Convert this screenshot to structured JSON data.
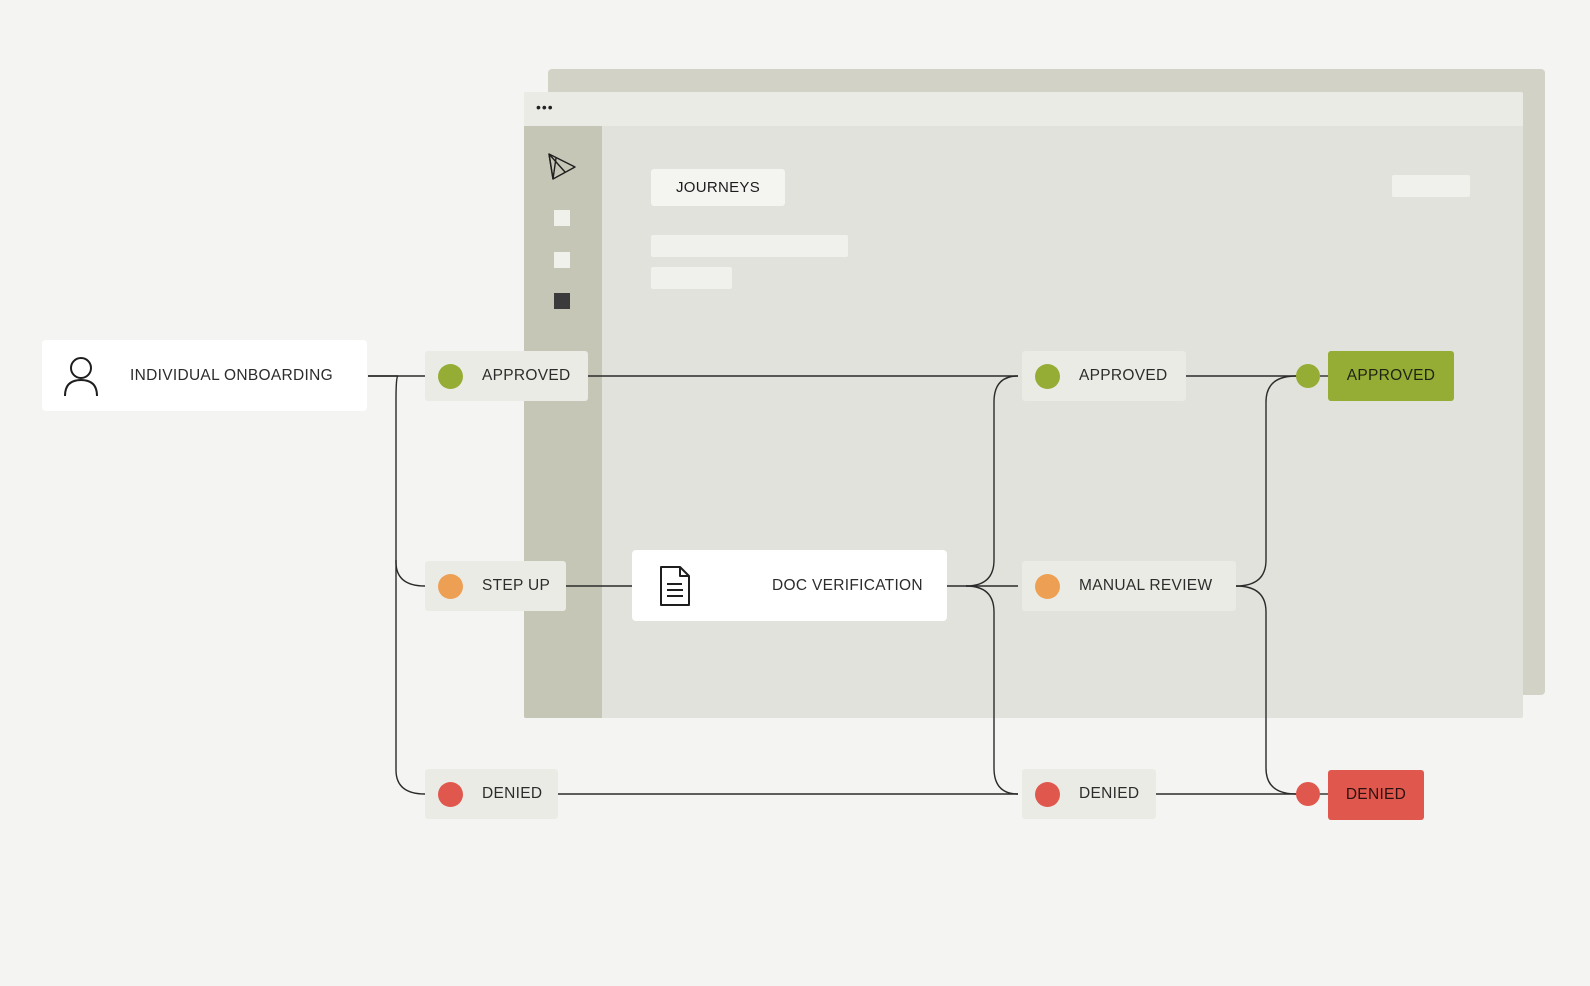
{
  "window": {
    "dots": "•••",
    "tab_label": "JOURNEYS",
    "logo_icon": "triangle-logo-icon"
  },
  "start": {
    "label": "INDIVIDUAL ONBOARDING",
    "icon": "user-icon"
  },
  "branch_one": {
    "approved": "APPROVED",
    "step_up": "STEP UP",
    "denied": "DENIED"
  },
  "doc": {
    "label": "DOC VERIFICATION",
    "icon": "document-icon"
  },
  "branch_two": {
    "approved": "APPROVED",
    "manual_review": "MANUAL REVIEW",
    "denied": "DENIED"
  },
  "outcomes": {
    "approved": "APPROVED",
    "denied": "DENIED"
  },
  "colors": {
    "approved": "#95ac35",
    "review": "#eda054",
    "denied": "#e0584d"
  }
}
